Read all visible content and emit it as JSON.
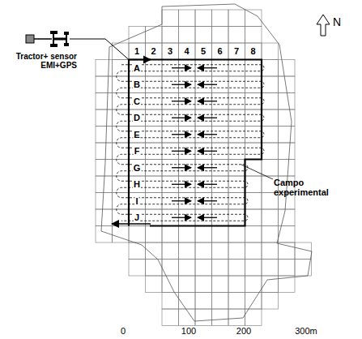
{
  "diagram": {
    "labels": [
      "1",
      "2",
      "3",
      "4",
      "5",
      "6",
      "7",
      "8",
      "A",
      "B",
      "C",
      "D",
      "E",
      "F",
      "G",
      "H",
      "I",
      "J",
      "Tractor+ sensor EMI+GPS",
      "N",
      "Campo experimental",
      "0",
      "100",
      "200",
      "300m"
    ]
  }
}
